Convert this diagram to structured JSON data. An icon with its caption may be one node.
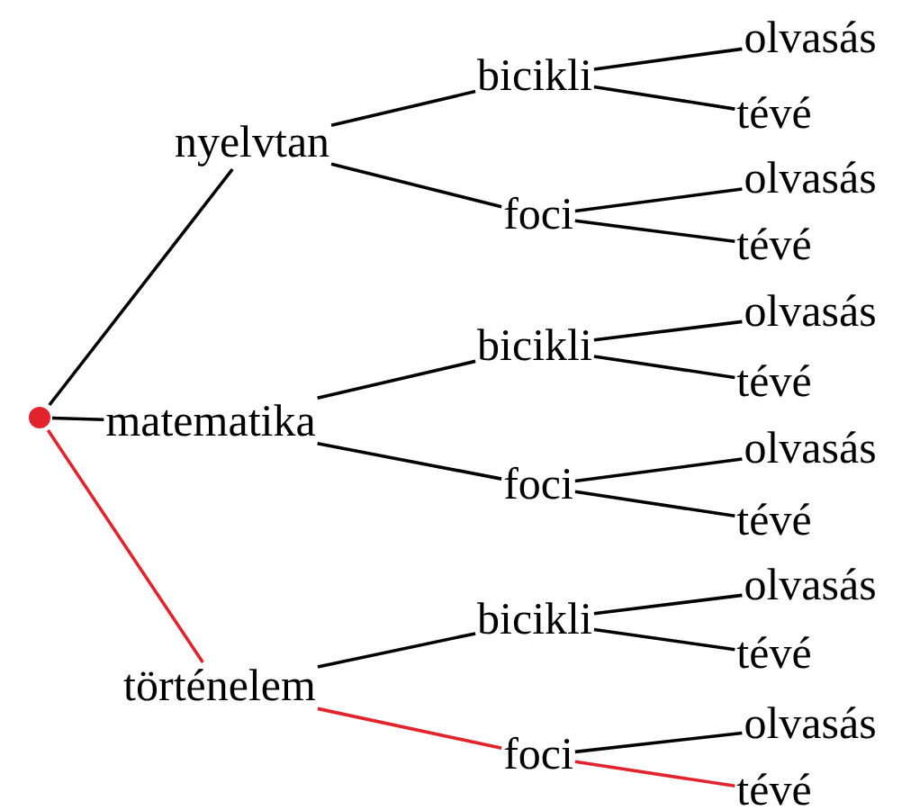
{
  "diagram": {
    "nodes": [
      {
        "text": [],
        "shape": "circle"
      },
      {
        "text": [
          "nyelvtan"
        ]
      },
      {
        "text": [
          "bicikli"
        ]
      },
      {
        "text": [
          "olvasás"
        ]
      },
      {
        "text": [
          "tévé"
        ]
      },
      {
        "text": [
          "foci"
        ]
      },
      {
        "text": [
          "olvasás"
        ]
      },
      {
        "text": [
          "tévé"
        ]
      },
      {
        "text": [
          "matematika"
        ]
      },
      {
        "text": [
          "bicikli"
        ]
      },
      {
        "text": [
          "olvasás"
        ]
      },
      {
        "text": [
          "tévé"
        ]
      },
      {
        "text": [
          "foci"
        ]
      },
      {
        "text": [
          "olvasás"
        ]
      },
      {
        "text": [
          "tévé"
        ]
      },
      {
        "text": [
          "történelem"
        ]
      },
      {
        "text": [
          "bicikli"
        ]
      },
      {
        "text": [
          "olvasás"
        ]
      },
      {
        "text": [
          "tévé"
        ]
      },
      {
        "text": [
          "foci"
        ]
      },
      {
        "text": [
          "olvasás"
        ]
      },
      {
        "text": [
          "tévé"
        ]
      }
    ],
    "edges": [
      {
        "from": 0,
        "to": 1,
        "arrow": "none"
      },
      {
        "from": 1,
        "to": 2,
        "arrow": "none"
      },
      {
        "from": 2,
        "to": 3,
        "arrow": "none"
      },
      {
        "from": 2,
        "to": 4,
        "arrow": "none"
      },
      {
        "from": 1,
        "to": 5,
        "arrow": "none"
      },
      {
        "from": 5,
        "to": 6,
        "arrow": "none"
      },
      {
        "from": 5,
        "to": 7,
        "arrow": "none"
      },
      {
        "from": 0,
        "to": 8,
        "arrow": "none"
      },
      {
        "from": 8,
        "to": 9,
        "arrow": "none"
      },
      {
        "from": 9,
        "to": 10,
        "arrow": "none"
      },
      {
        "from": 9,
        "to": 11,
        "arrow": "none"
      },
      {
        "from": 8,
        "to": 12,
        "arrow": "none"
      },
      {
        "from": 12,
        "to": 13,
        "arrow": "none"
      },
      {
        "from": 12,
        "to": 14,
        "arrow": "none"
      },
      {
        "from": 0,
        "to": 15,
        "arrow": "none",
        "color": "#e3232c"
      },
      {
        "from": 15,
        "to": 16,
        "arrow": "none"
      },
      {
        "from": 16,
        "to": 17,
        "arrow": "none"
      },
      {
        "from": 16,
        "to": 18,
        "arrow": "none"
      },
      {
        "from": 15,
        "to": 19,
        "arrow": "none",
        "color": "#e3232c"
      },
      {
        "from": 19,
        "to": 20,
        "arrow": "none"
      },
      {
        "from": 19,
        "to": 21,
        "arrow": "none",
        "color": "#e3232c"
      }
    ]
  }
}
